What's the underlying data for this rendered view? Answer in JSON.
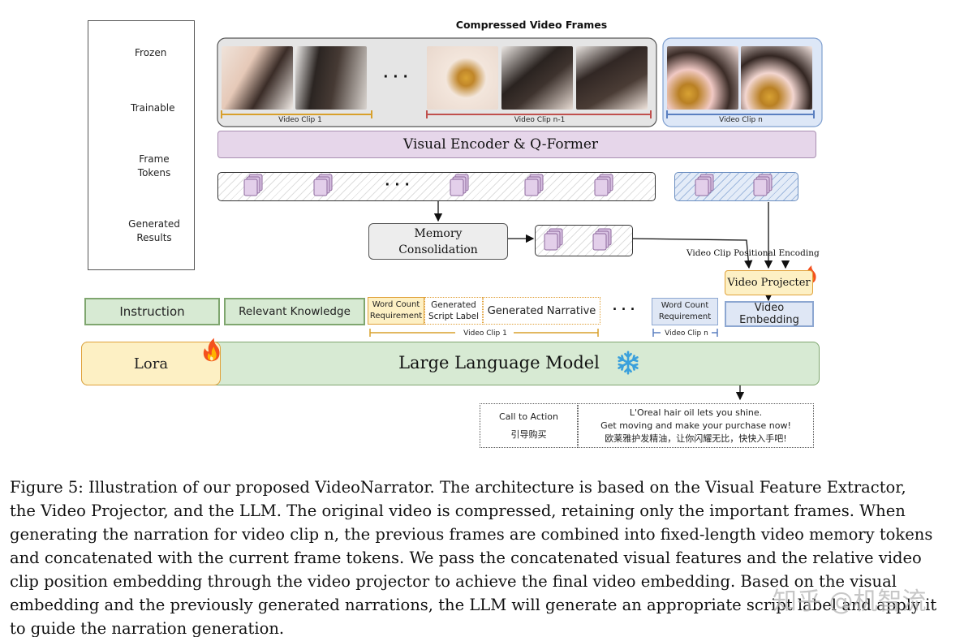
{
  "legend": {
    "frozen": "Frozen",
    "trainable": "Trainable",
    "frame_tokens": [
      "Frame",
      "Tokens"
    ],
    "generated_results": [
      "Generated",
      "Results"
    ]
  },
  "frames": {
    "title": "Compressed Video Frames",
    "ellipsis": "· · ·",
    "clip_1": "Video Clip 1",
    "clip_n_minus_1": "Video Clip n-1",
    "clip_n": "Video Clip n"
  },
  "encoder": {
    "label": "Visual Encoder & Q-Former"
  },
  "tokens": {
    "ellipsis": "· · ·"
  },
  "memory": {
    "label_line1": "Memory",
    "label_line2": "Consolidation"
  },
  "projector": {
    "positional_encoding": "Video Clip Positional Encoding",
    "label": "Video Projecter"
  },
  "inputs": {
    "instruction": "Instruction",
    "relevant_knowledge": "Relevant Knowledge",
    "word_count_line1": "Word Count",
    "word_count_line2": "Requirement",
    "generated_script_line1": "Generated",
    "generated_script_line2": "Script Label",
    "generated_narrative": "Generated Narrative",
    "clip_1_bracket": "Video Clip 1",
    "ellipsis": "· · ·",
    "word_count_n_line1": "Word Count",
    "word_count_n_line2": "Requirement",
    "clip_n_bracket": "Video Clip n",
    "video_embedding": "Video Embedding"
  },
  "llm": {
    "lora": "Lora",
    "label": "Large Language Model"
  },
  "output": {
    "call_to_action": "Call to Action",
    "call_to_action_zh": "引导购买",
    "line1": "L'Oreal hair oil lets you shine.",
    "line2": "Get moving and make your purchase now!",
    "line3": "欧莱雅护发精油，让你闪耀无比，快快入手吧!"
  },
  "caption": {
    "line1": "Figure 5: Illustration of our proposed VideoNarrator. The architecture is based on the Visual Feature Extractor,",
    "line2": "the Video Projector, and the LLM. The original video is compressed, retaining only the important frames. When",
    "line3": "generating the narration for video clip n, the previous frames are combined into fixed-length video memory tokens",
    "line4": "and concatenated with the current frame tokens. We pass the concatenated visual features and the relative video",
    "line5": "clip position embedding through the video projector to achieve the final video embedding. Based on the visual",
    "line6": "embedding and the previously generated narrations, the LLM will generate an appropriate script label and apply it",
    "line7": "to guide the narration generation."
  },
  "watermark": "知乎 @机智流",
  "colors": {
    "purple_bar": "#e6d6ea",
    "green_box": "#d7ead3",
    "blue_box": "#dfe7f5",
    "lora_yellow": "#fdf0c4",
    "orange_border": "#e0a13a",
    "snowflake": "#3aa0dc",
    "token_purple": "#d9c3e3"
  },
  "icons": {
    "frozen": "snowflake-icon",
    "trainable": "flame-icon",
    "frame_tokens": "stacked-token-icon"
  }
}
